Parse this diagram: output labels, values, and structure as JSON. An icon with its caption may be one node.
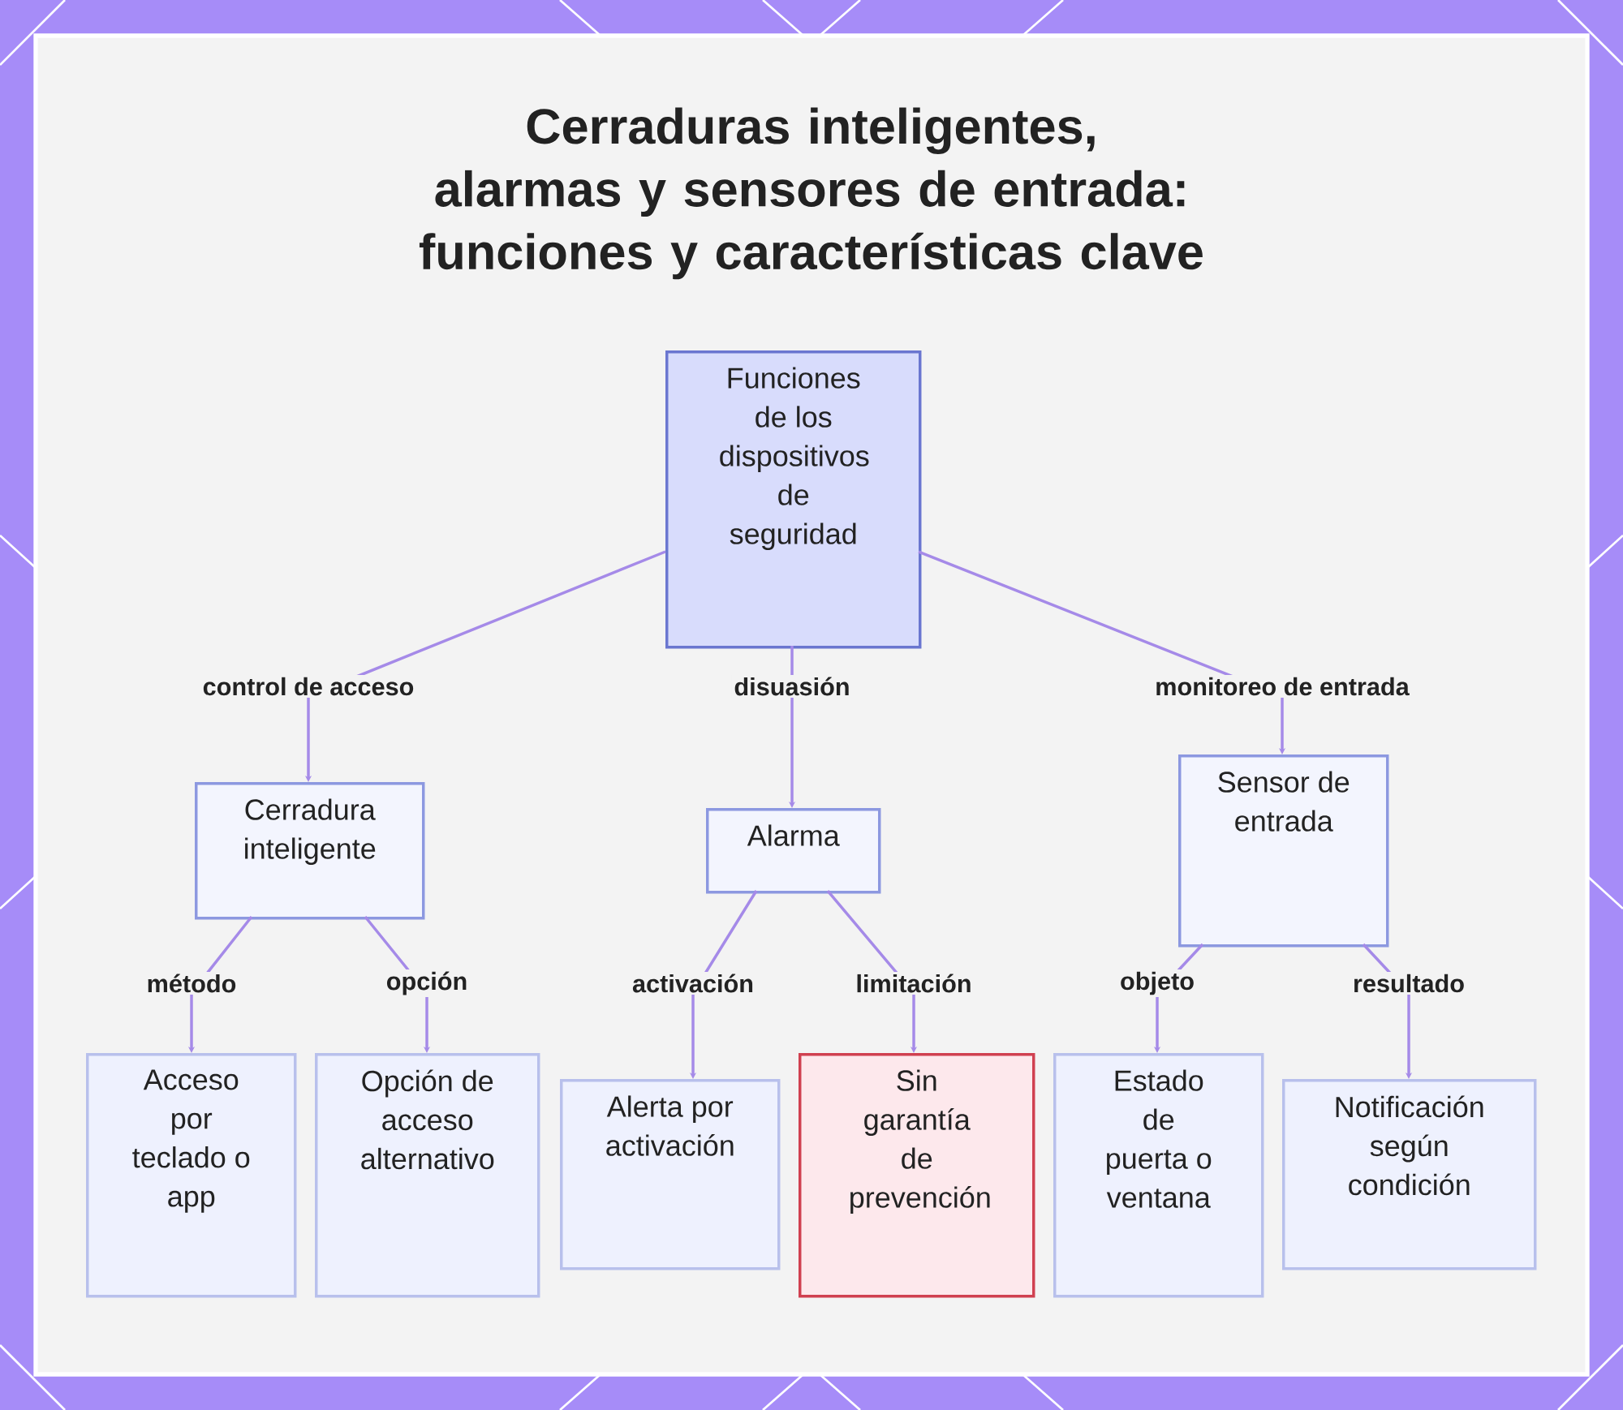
{
  "diagram": {
    "title": "Cerraduras inteligentes, alarmas y sensores de entrada: funciones y características clave",
    "nodes": [
      {
        "text": [
          "Funciones de los dispositivos de seguridad"
        ]
      },
      {
        "text": [
          "Cerradura inteligente"
        ]
      },
      {
        "text": [
          "Alarma"
        ]
      },
      {
        "text": [
          "Sensor de entrada"
        ]
      },
      {
        "text": [
          "Acceso por teclado o app"
        ]
      },
      {
        "text": [
          "Opción de acceso alternativo"
        ]
      },
      {
        "text": [
          "Alerta por activación"
        ]
      },
      {
        "text": [
          "Sin garantía de prevención"
        ]
      },
      {
        "text": [
          "Estado de puerta o ventana"
        ]
      },
      {
        "text": [
          "Notificación según condición"
        ]
      }
    ],
    "edges": [
      {
        "from": 0,
        "to": 1,
        "arrow": "to",
        "label": "control de acceso"
      },
      {
        "from": 0,
        "to": 2,
        "arrow": "to",
        "label": "disuasión"
      },
      {
        "from": 0,
        "to": 3,
        "arrow": "to",
        "label": "monitoreo de entrada"
      },
      {
        "from": 1,
        "to": 4,
        "arrow": "to",
        "label": "método"
      },
      {
        "from": 1,
        "to": 5,
        "arrow": "to",
        "label": "opción"
      },
      {
        "from": 2,
        "to": 6,
        "arrow": "to",
        "label": "activación"
      },
      {
        "from": 2,
        "to": 7,
        "arrow": "to",
        "label": "limitación"
      },
      {
        "from": 3,
        "to": 8,
        "arrow": "to",
        "label": "objeto"
      },
      {
        "from": 3,
        "to": 9,
        "arrow": "to",
        "label": "resultado"
      }
    ]
  }
}
